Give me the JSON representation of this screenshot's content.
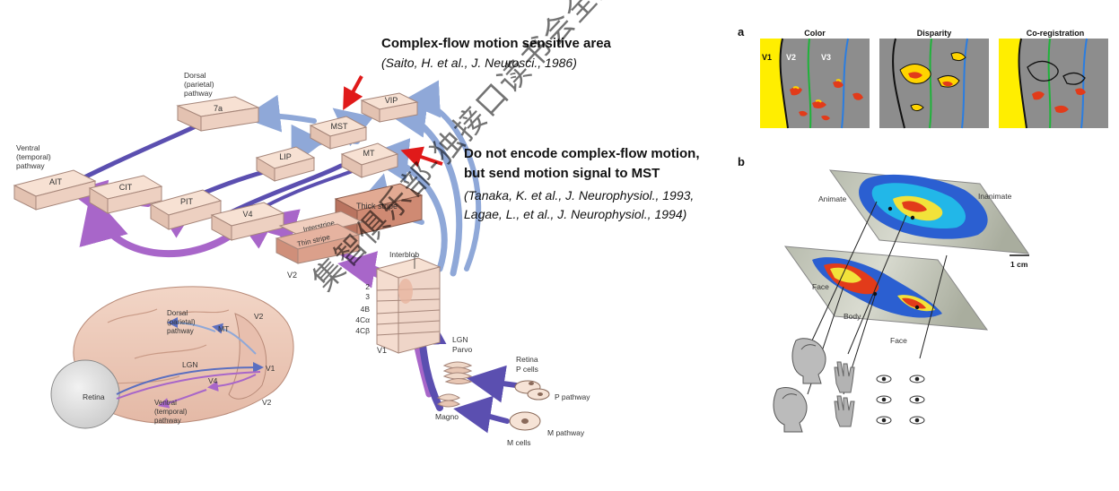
{
  "annotations": {
    "mst_heading": "Complex-flow motion sensitive area",
    "mst_citation": "(Saito, H. et al., J. Neurosci., 1986)",
    "mt_heading_1": "Do not encode complex-flow motion,",
    "mt_heading_2": "but send motion signal to MST",
    "mt_citation_1": "(Tanaka, K. et al., J. Neurophysiol., 1993,",
    "mt_citation_2": "Lagae, L., et al., J. Neurophysiol., 1994)"
  },
  "pathway": {
    "dorsal": [
      "Dorsal",
      "(parietal)",
      "pathway"
    ],
    "ventral": [
      "Ventral",
      "(temporal)",
      "pathway"
    ],
    "areas": {
      "a7": "7a",
      "vip": "VIP",
      "mst": "MST",
      "mt": "MT",
      "lip": "LIP",
      "ait": "AIT",
      "cit": "CIT",
      "pit": "PIT",
      "v4": "V4",
      "thick": "Thick stripe",
      "inter": "Interstripe",
      "thin": "Thin stripe",
      "v2": "V2",
      "interblob": "Interblob",
      "v1": "V1"
    },
    "layers": [
      "2",
      "3",
      "4B",
      "4Cα",
      "4Cβ"
    ],
    "lgn": [
      "LGN",
      "Parvo"
    ],
    "magno": "Magno",
    "retina": [
      "Retina",
      "P cells"
    ],
    "p_pathway": "P pathway",
    "m_pathway": "M pathway",
    "m_cells": "M cells"
  },
  "brain": {
    "dorsal": [
      "Dorsal",
      "(parietal)",
      "pathway"
    ],
    "ventral": [
      "Ventral",
      "(temporal)",
      "pathway"
    ],
    "mt": "MT",
    "v2_top": "V2",
    "v2_bottom": "V2",
    "lgn": "LGN",
    "v1": "V1",
    "v4": "V4",
    "retina": "Retina"
  },
  "panel_a": {
    "letter": "a",
    "titles": [
      "Color",
      "Disparity",
      "Co-registration"
    ],
    "labels": [
      "V1",
      "V2",
      "V3"
    ]
  },
  "panel_b": {
    "letter": "b",
    "animate": "Animate",
    "inanimate": "Inanimate",
    "face": "Face",
    "body": "Body",
    "face2": "Face",
    "scale": "1 cm"
  },
  "watermark": "集智俱乐部-独接口读书会全用-版保护学者知识产权"
}
